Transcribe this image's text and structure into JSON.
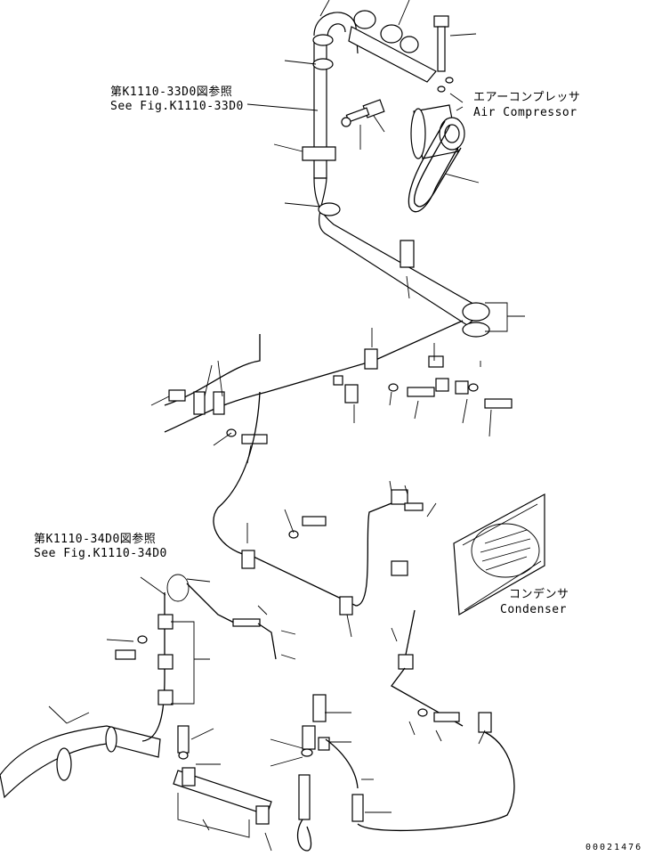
{
  "references": {
    "ref_33d0_jp": "第K1110-33D0図参照",
    "ref_33d0_en": "See Fig.K1110-33D0",
    "ref_34d0_jp": "第K1110-34D0図参照",
    "ref_34d0_en": "See Fig.K1110-34D0"
  },
  "components": {
    "air_compressor_jp": "エアーコンプレッサ",
    "air_compressor_en": "Air Compressor",
    "condenser_jp": "コンデンサ",
    "condenser_en": "Condenser"
  },
  "document_number": "00021476"
}
